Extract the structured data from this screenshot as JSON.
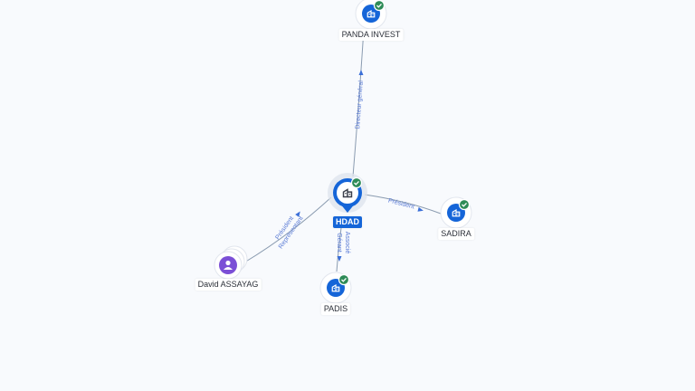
{
  "graph": {
    "nodes": [
      {
        "id": "hdad",
        "label": "HDAD",
        "kind": "company",
        "main": true,
        "verified": true
      },
      {
        "id": "panda",
        "label": "PANDA INVEST",
        "kind": "company",
        "verified": true
      },
      {
        "id": "sadira",
        "label": "SADIRA",
        "kind": "company",
        "verified": true
      },
      {
        "id": "padis",
        "label": "PADIS",
        "kind": "company",
        "verified": true
      },
      {
        "id": "david",
        "label": "David ASSAYAG",
        "kind": "person",
        "verified": false
      }
    ],
    "edges": [
      {
        "id": "e1",
        "from": "hdad",
        "to": "panda",
        "labels": [
          "Directeur général"
        ]
      },
      {
        "id": "e2",
        "from": "hdad",
        "to": "sadira",
        "labels": [
          "Président"
        ]
      },
      {
        "id": "e3",
        "from": "hdad",
        "to": "padis",
        "labels": [
          "Gérant",
          "Associé"
        ]
      },
      {
        "id": "e4",
        "from": "david",
        "to": "hdad",
        "labels": [
          "Président",
          "Représentant"
        ]
      }
    ]
  },
  "icons": {
    "company": "building-icon",
    "person": "person-icon",
    "verified": "check-badge-icon"
  },
  "colors": {
    "background": "#f8fafd",
    "company_icon": "#1565d8",
    "person_icon": "#7b4fd6",
    "verified_badge": "#2e8b57",
    "edge_line": "#8a9bb0",
    "edge_label": "#5a7bd5",
    "main_label_bg": "#1565d8"
  }
}
